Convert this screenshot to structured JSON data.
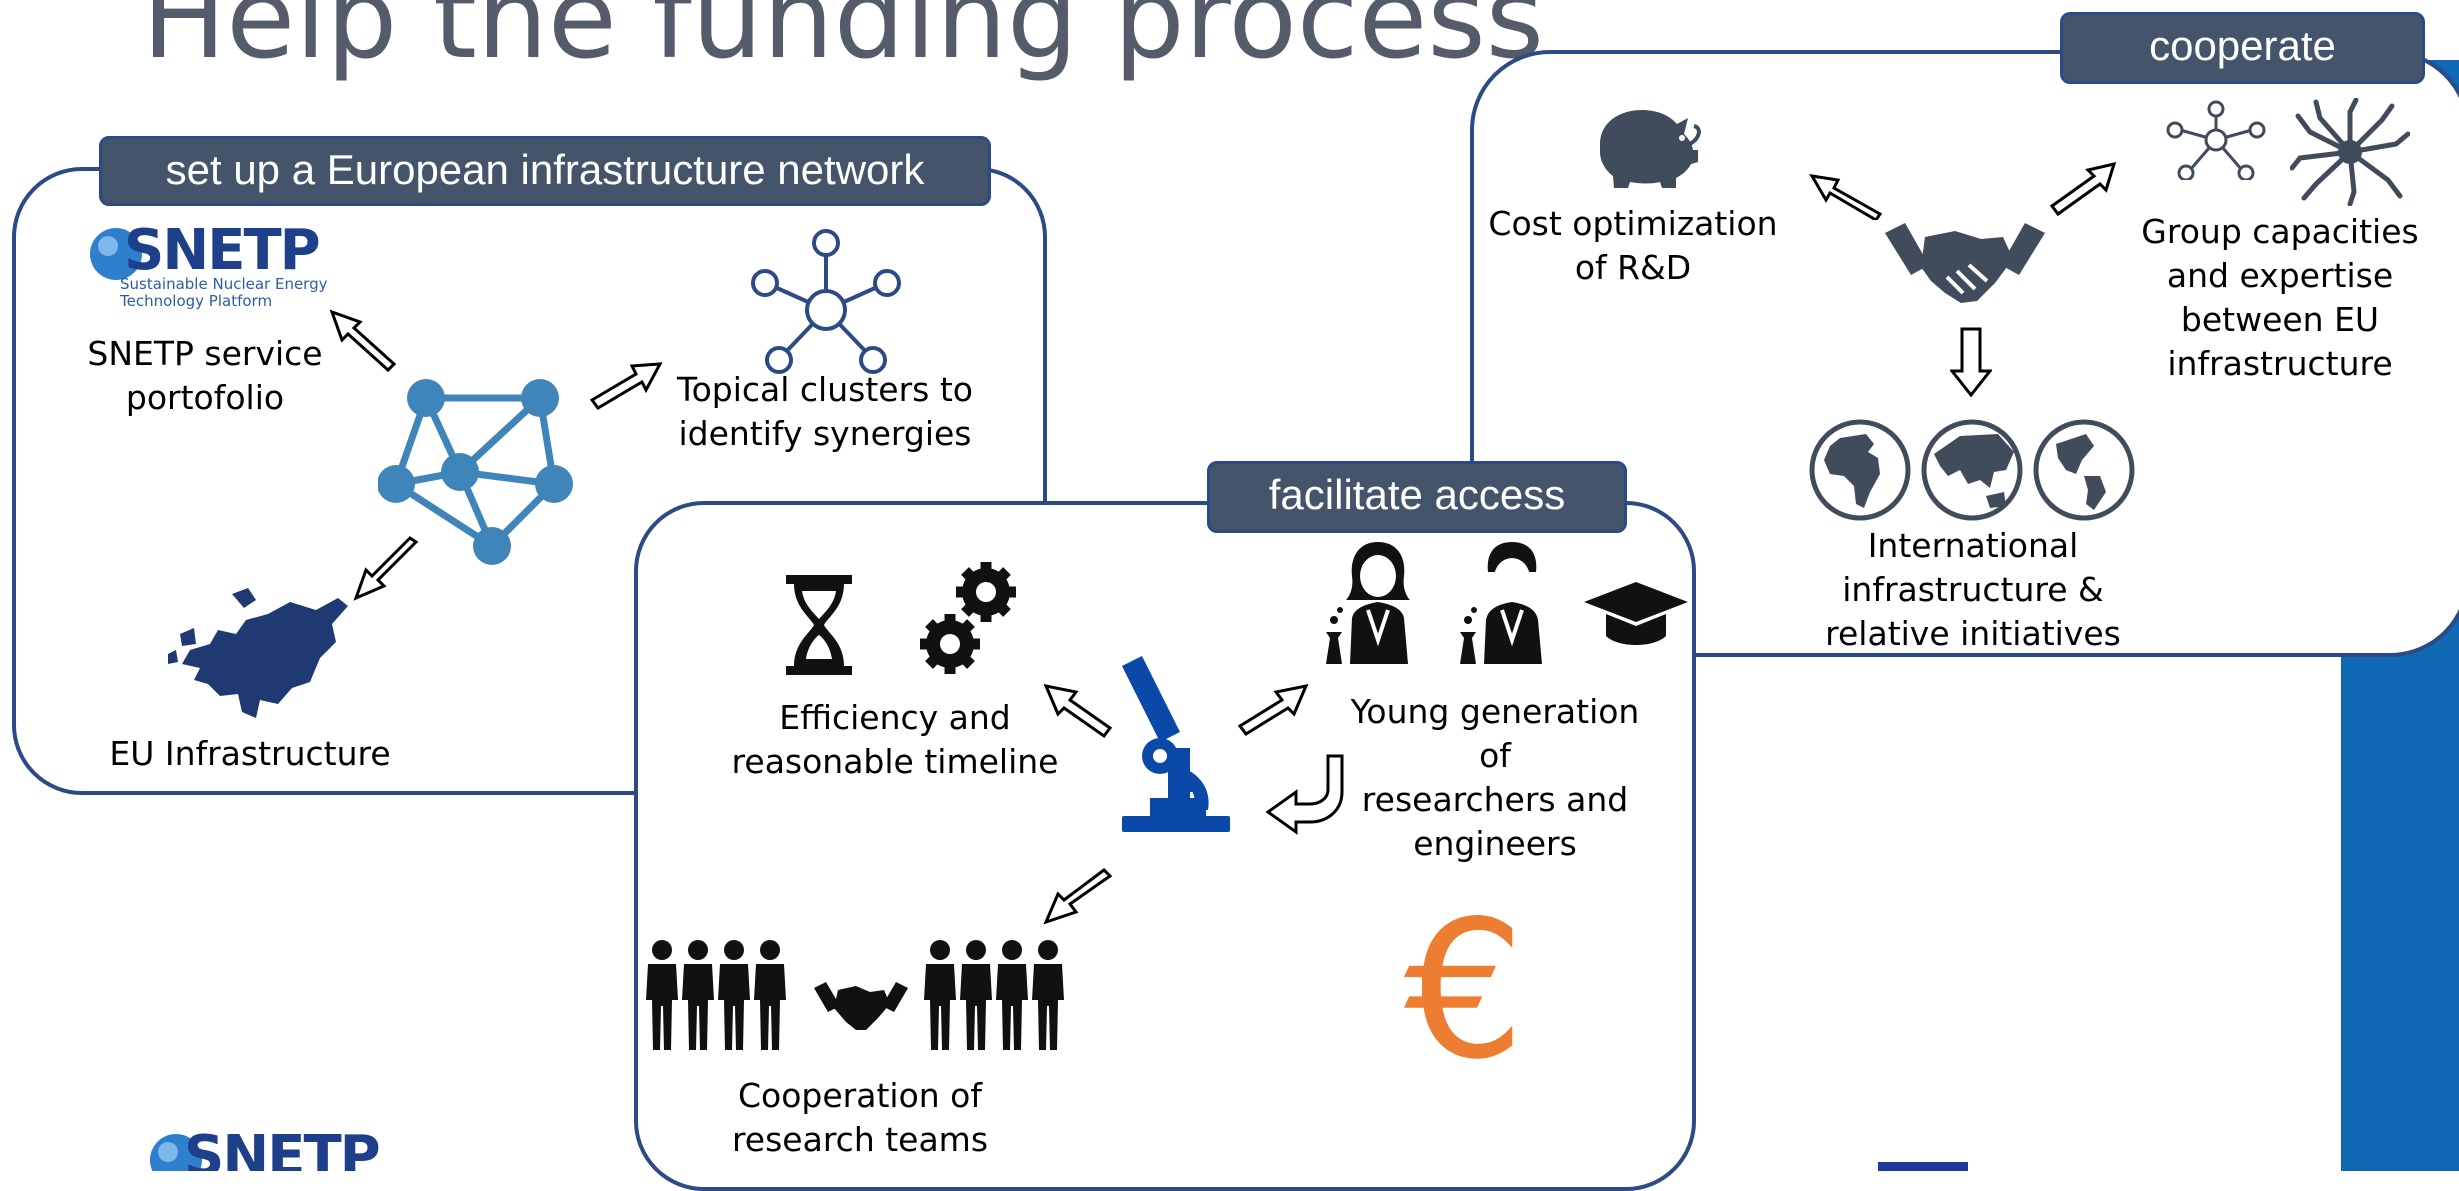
{
  "title": "Help the funding process",
  "panels": {
    "network": {
      "tab": "set up a European infrastructure network",
      "snetp_logo_text": "SNETP",
      "snetp_logo_sub": "Sustainable Nuclear Energy Technology Platform",
      "snetp_label": "SNETP service\nportofolio",
      "clusters_label": "Topical clusters to\nidentify synergies",
      "eu_label": "EU Infrastructure"
    },
    "access": {
      "tab": "facilitate access",
      "efficiency_label": "Efficiency and\nreasonable timeline",
      "young_label": "Young generation of\nresearchers and\nengineers",
      "coop_label": "Cooperation of\nresearch teams",
      "euro_symbol": "€"
    },
    "cooperate": {
      "tab": "cooperate",
      "cost_label": "Cost optimization\nof R&D",
      "group_label": "Group capacities\nand expertise\nbetween EU\ninfrastructure",
      "intl_label": "International\ninfrastructure &\nrelative initiatives"
    }
  },
  "footer": {
    "logo_text": "SNETP"
  },
  "colors": {
    "panel_border": "#2c4a86",
    "tab_fill": "#44546a",
    "title": "#545b6b",
    "network_blue": "#3f85b9",
    "microscope_blue": "#0a49a8",
    "icon_dark": "#404b5c",
    "euro_orange": "#ed7d31",
    "side_bar": "#0f68b3"
  },
  "icons": [
    "snetp-logo",
    "cluster-hub-icon",
    "network-graph-icon",
    "europe-map-icon",
    "hourglass-icon",
    "gears-icon",
    "microscope-icon",
    "female-scientist-icon",
    "male-scientist-icon",
    "graduation-cap-icon",
    "team-handshake-icon",
    "euro-icon",
    "piggy-bank-icon",
    "handshake-icon",
    "network-hub-icon",
    "hands-together-icon",
    "globe-icon"
  ]
}
